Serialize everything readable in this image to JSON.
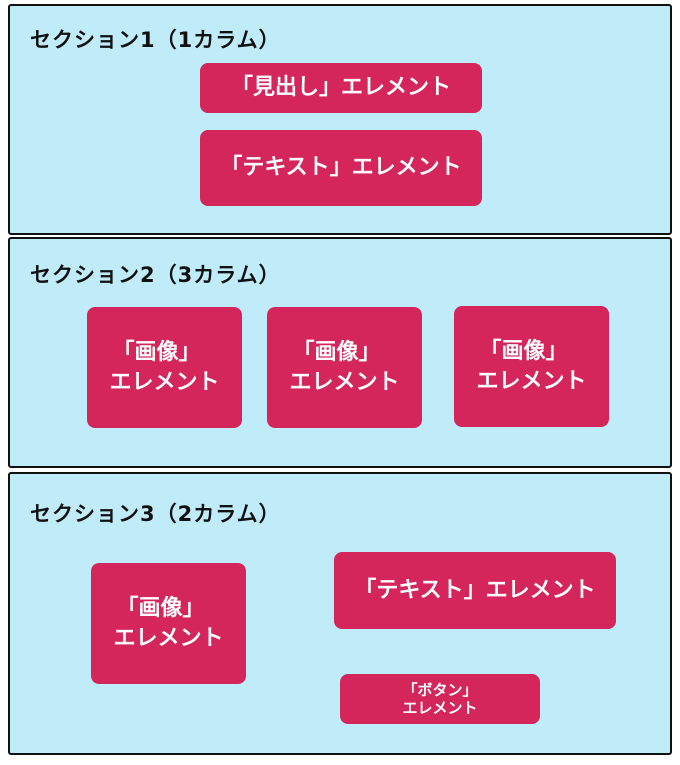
{
  "section1": {
    "title": "セクション1（1カラム）",
    "heading_element": "「見出し」エレメント",
    "text_element": "「テキスト」エレメント"
  },
  "section2": {
    "title": "セクション2（3カラム）",
    "image_elements": [
      {
        "line1": "「画像」",
        "line2": "エレメント"
      },
      {
        "line1": "「画像」",
        "line2": "エレメント"
      },
      {
        "line1": "「画像」",
        "line2": "エレメント"
      }
    ]
  },
  "section3": {
    "title": "セクション3（2カラム）",
    "image_element": {
      "line1": "「画像」",
      "line2": "エレメント"
    },
    "text_element": "「テキスト」エレメント",
    "button_element": {
      "line1": "「ボタン」",
      "line2": "エレメント"
    }
  },
  "colors": {
    "section_background": "#c0ecfa",
    "element_background": "#d4265b",
    "element_text": "#ffffff",
    "border": "#111111"
  }
}
